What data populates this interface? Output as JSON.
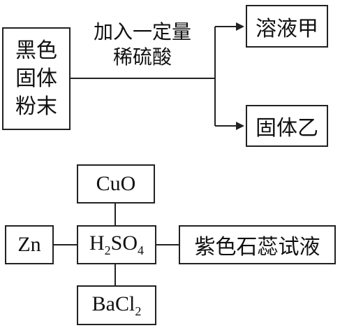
{
  "diagram1": {
    "source": {
      "line1": "黑色",
      "line2": "固体",
      "line3": "粉末"
    },
    "reagent": {
      "line1": "加入一定量",
      "line2": "稀硫酸"
    },
    "product_top": "溶液甲",
    "product_bottom": "固体乙"
  },
  "diagram2": {
    "center": {
      "base": "H",
      "sub1": "2",
      "mid": "SO",
      "sub2": "4"
    },
    "top": "CuO",
    "left": "Zn",
    "right": "紫色石蕊试液",
    "bottom": {
      "base": "BaCl",
      "sub": "2"
    }
  }
}
